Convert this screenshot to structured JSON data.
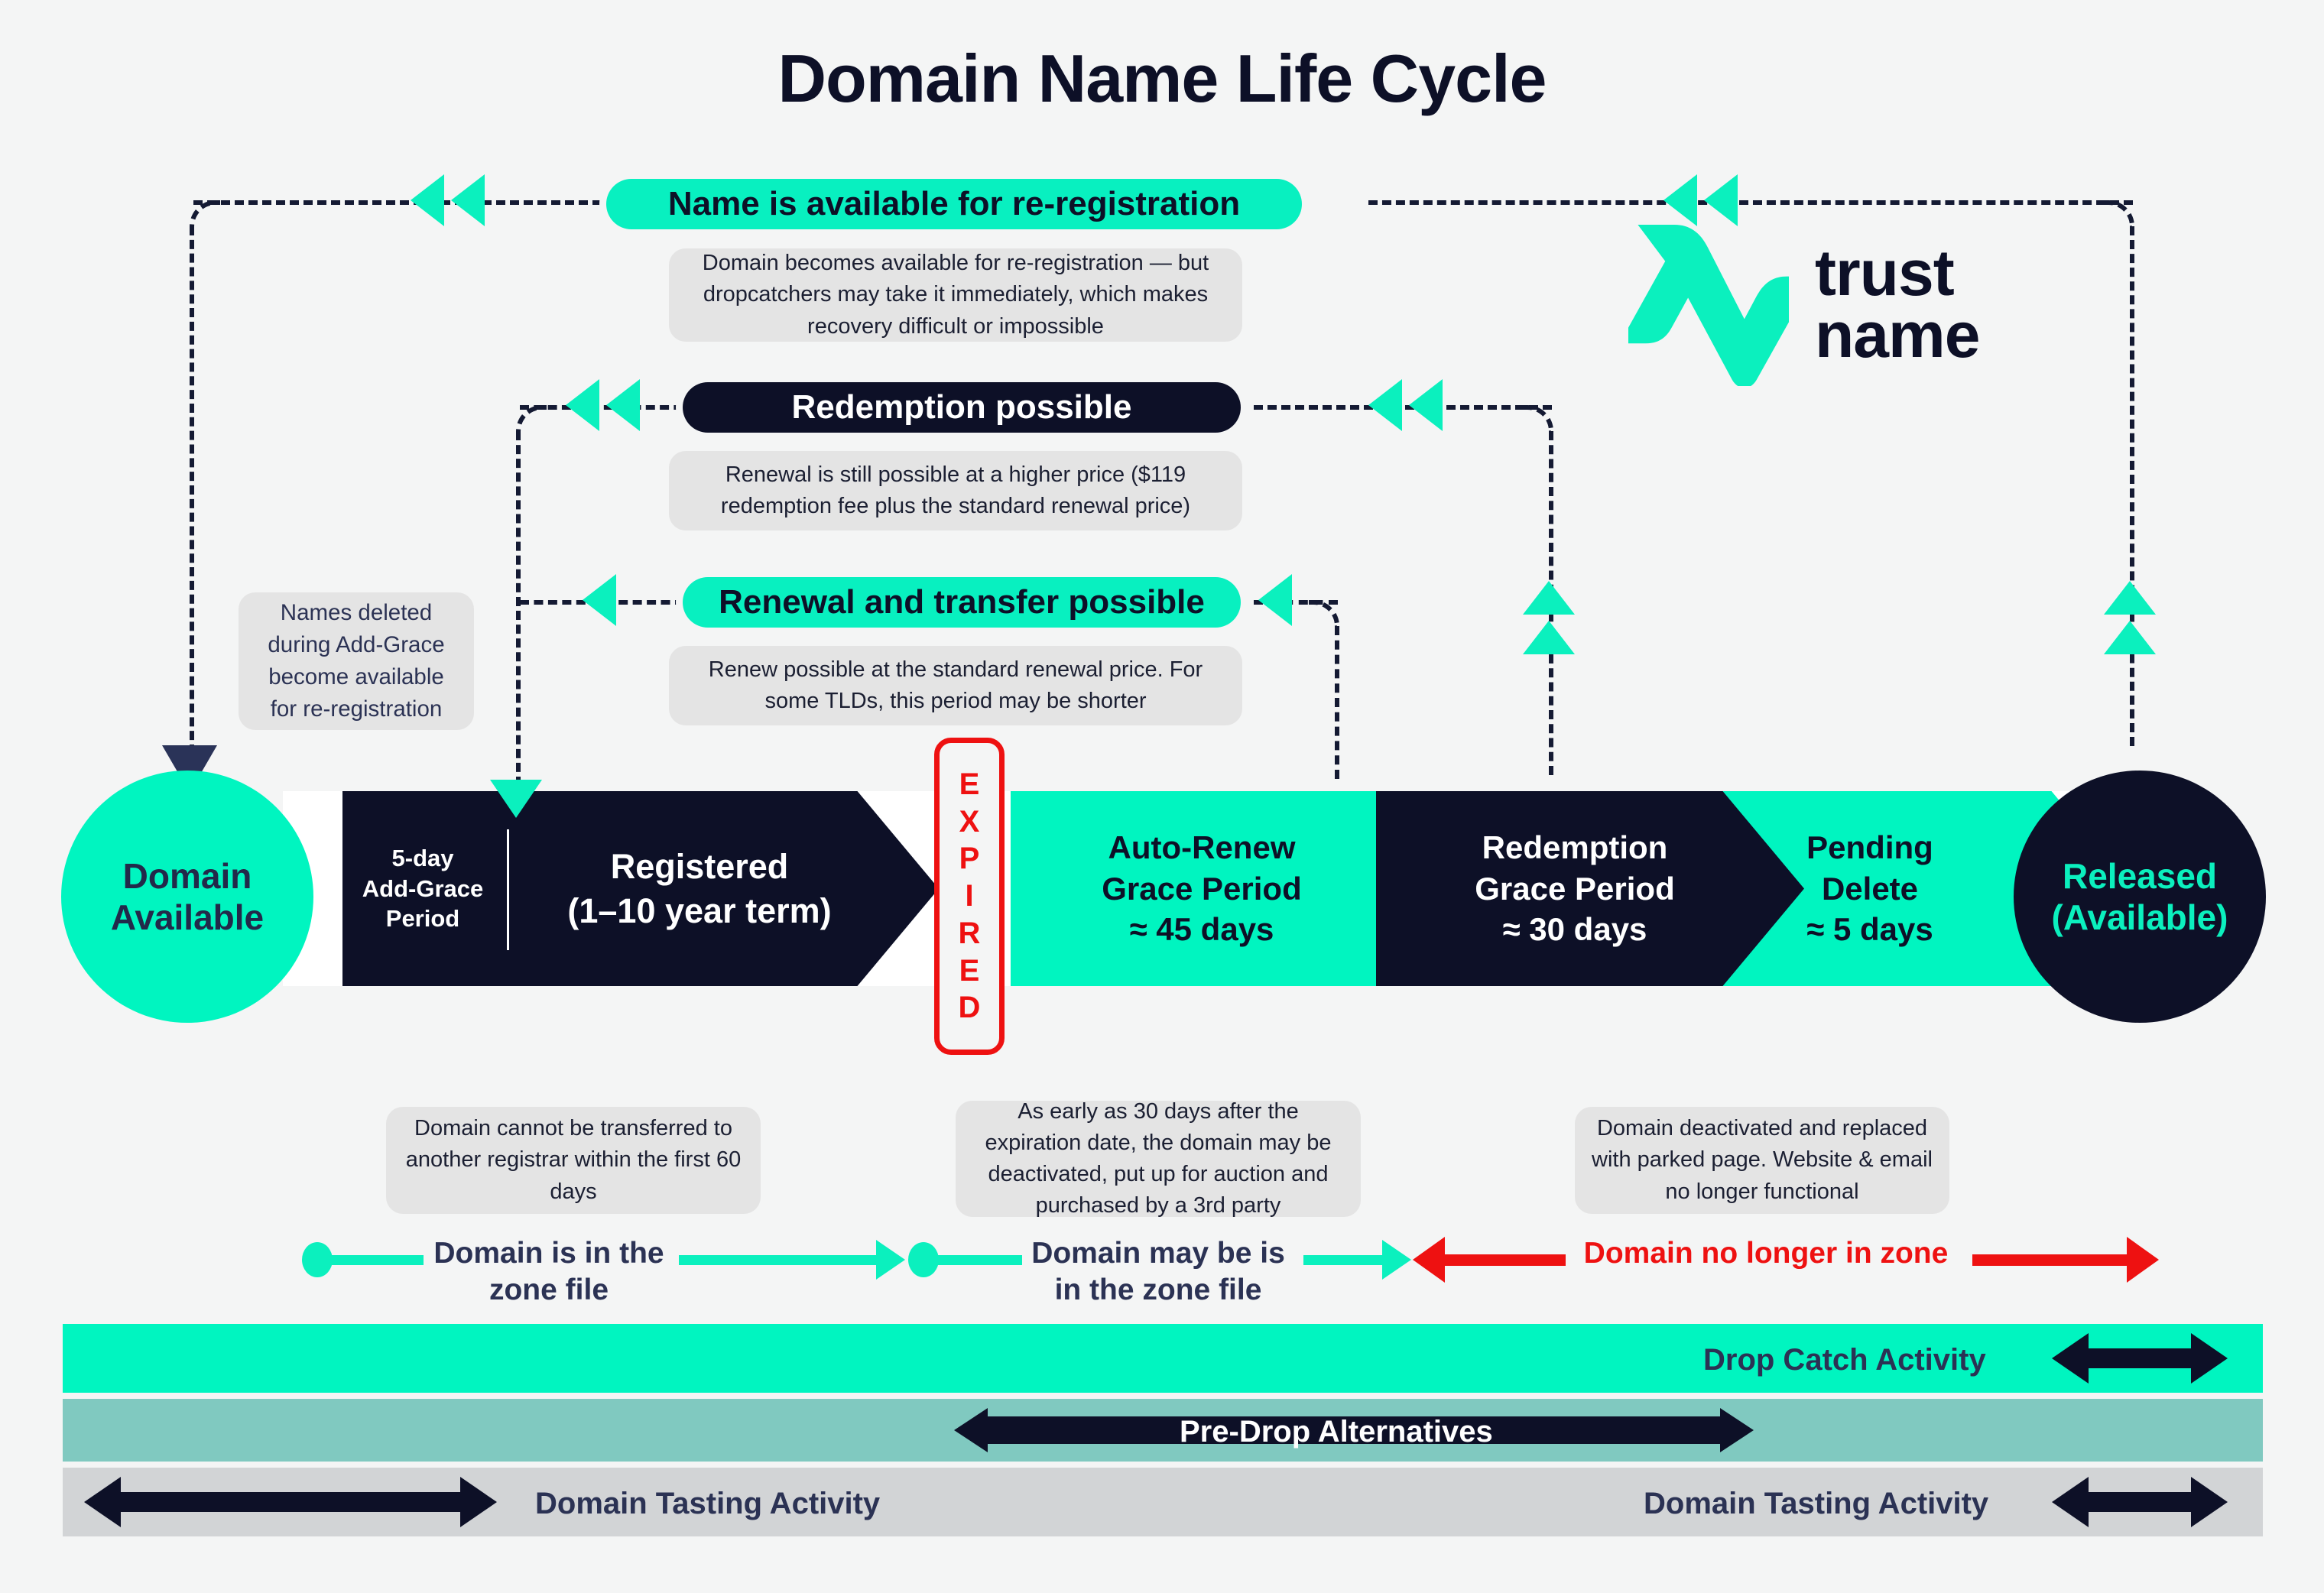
{
  "title": "Domain Name Life Cycle",
  "brand": {
    "colors": {
      "mint": "#00F5C0",
      "navy": "#0D1027",
      "red": "#EE1111",
      "bg": "#F4F5F5",
      "note_grey": "#E4E4E4",
      "bar_teal": "#80C9C0",
      "bar_grey": "#D2D4D6"
    },
    "logo_line1": "trust",
    "logo_line2": "name",
    "logo_mark": "trustname-n-mark"
  },
  "callouts": [
    {
      "id": "name-available",
      "style": "mint",
      "label": "Name is available for re-registration",
      "note": "Domain becomes available for re-registration — but dropcatchers may take it immediately, which makes recovery difficult or impossible"
    },
    {
      "id": "redemption-possible",
      "style": "navy",
      "label": "Redemption possible",
      "note": "Renewal is still possible at a higher price ($119 redemption fee plus the standard renewal price)"
    },
    {
      "id": "renewal-transfer",
      "style": "mint",
      "label": "Renewal and transfer possible",
      "note": "Renew possible at the standard renewal price. For some TLDs, this period may be shorter"
    }
  ],
  "left_note": "Names deleted during Add-Grace become available for re-registration",
  "timeline": {
    "start_circle": {
      "line1": "Domain",
      "line2": "Available"
    },
    "end_circle": {
      "line1": "Released",
      "line2": "(Available)"
    },
    "expired_label": "EXPIRED",
    "segments": [
      {
        "id": "add-grace",
        "line1": "5-day",
        "line2": "Add-Grace",
        "line3": "Period",
        "style": "navy"
      },
      {
        "id": "registered",
        "line1": "Registered",
        "line2": "(1–10 year term)",
        "style": "navy"
      },
      {
        "id": "auto-renew",
        "line1": "Auto-Renew",
        "line2": "Grace Period",
        "line3": "≈ 45 days",
        "style": "mint"
      },
      {
        "id": "redemption",
        "line1": "Redemption",
        "line2": "Grace Period",
        "line3": "≈ 30 days",
        "style": "navy"
      },
      {
        "id": "pending-delete",
        "line1": "Pending",
        "line2": "Delete",
        "line3": "≈ 5 days",
        "style": "mint"
      }
    ]
  },
  "bottom_notes": [
    "Domain cannot be transferred to another registrar within the first 60 days",
    "As early as 30 days after the expiration date, the domain may be deactivated, put up for auction and purchased by a 3rd party",
    "Domain deactivated and replaced with parked page. Website & email no longer functional"
  ],
  "zone_labels": [
    {
      "id": "in-zone",
      "line1": "Domain is in the",
      "line2": "zone file",
      "color": "#0BF0BE",
      "text_color": "#2b3254"
    },
    {
      "id": "maybe-zone",
      "line1": "Domain may be is",
      "line2": "in the zone file",
      "color": "#0BF0BE",
      "text_color": "#2b3254"
    },
    {
      "id": "no-zone",
      "line1": "Domain no longer in zone",
      "line2": "",
      "color": "#EE1111",
      "text_color": "#EE1111"
    }
  ],
  "activity_bars": [
    {
      "id": "drop-catch",
      "label": "Drop Catch Activity",
      "bg": "#00F5C0",
      "text_color": "#2b3254"
    },
    {
      "id": "pre-drop",
      "label": "Pre-Drop Alternatives",
      "bg": "#80C9C0",
      "text_color": "#FFFFFF"
    },
    {
      "id": "domain-tasting-left",
      "label": "Domain Tasting Activity",
      "bg": "#D2D4D6",
      "text_color": "#2b3254"
    },
    {
      "id": "domain-tasting-right",
      "label": "Domain Tasting Activity",
      "bg": "#D2D4D6",
      "text_color": "#2b3254"
    }
  ]
}
